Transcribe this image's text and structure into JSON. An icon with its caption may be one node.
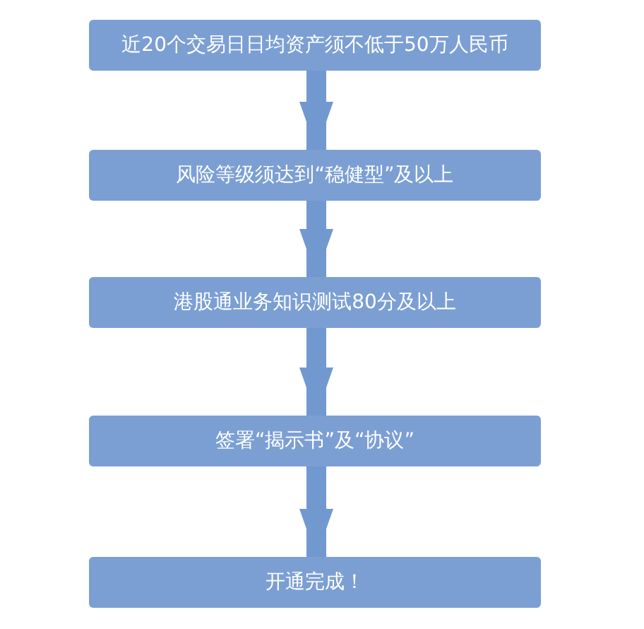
{
  "diagram": {
    "nodes": [
      {
        "text": [
          "近20个交易日日均资产须不低于50万人民币"
        ]
      },
      {
        "text": [
          "风险等级须达到“稳健型”及以上"
        ]
      },
      {
        "text": [
          "港股通业务知识测试80分及以上"
        ]
      },
      {
        "text": [
          "签署“揭示书”及“协议”"
        ]
      },
      {
        "text": [
          "开通完成！"
        ]
      }
    ],
    "edges": [
      {
        "from": 0,
        "to": 1,
        "arrow": "to"
      },
      {
        "from": 1,
        "to": 2,
        "arrow": "to"
      },
      {
        "from": 2,
        "to": 3,
        "arrow": "to"
      },
      {
        "from": 3,
        "to": 4,
        "arrow": "to"
      }
    ]
  }
}
